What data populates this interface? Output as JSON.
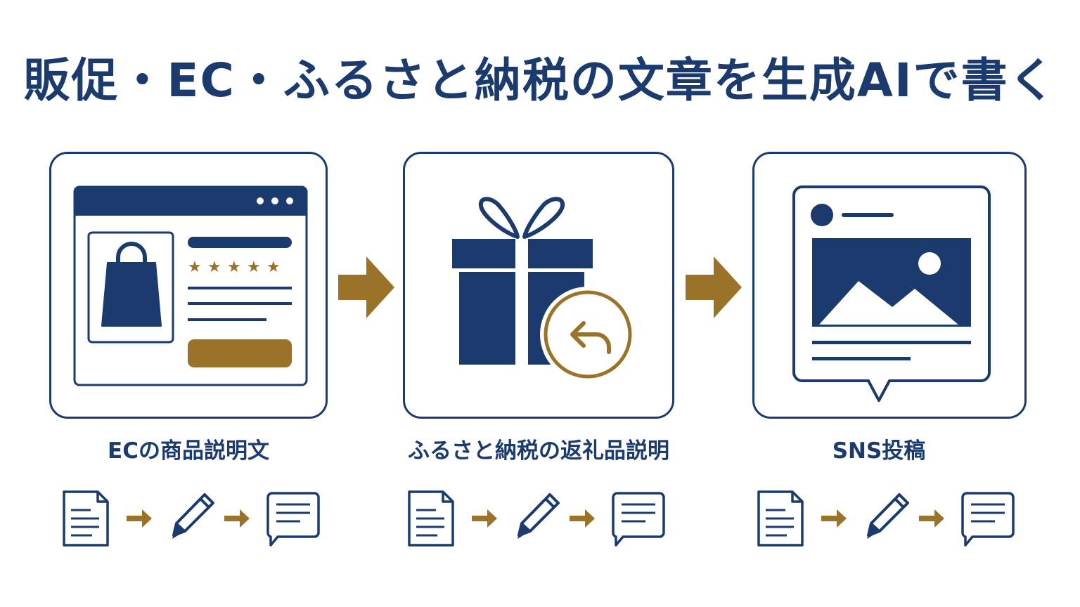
{
  "title": "販促・EC・ふるさと納税の文章を生成AIで書く",
  "colors": {
    "navy": "#1b3a6e",
    "gold": "#9a7328"
  },
  "steps": [
    {
      "label": "ECの商品説明文",
      "icon": "ec-product-page-icon"
    },
    {
      "label": "ふるさと納税の返礼品説明",
      "icon": "gift-box-return-icon"
    },
    {
      "label": "SNS投稿",
      "icon": "social-post-icon"
    }
  ],
  "flow_icons": [
    "document-icon",
    "pencil-icon",
    "chat-bubble-icon"
  ]
}
